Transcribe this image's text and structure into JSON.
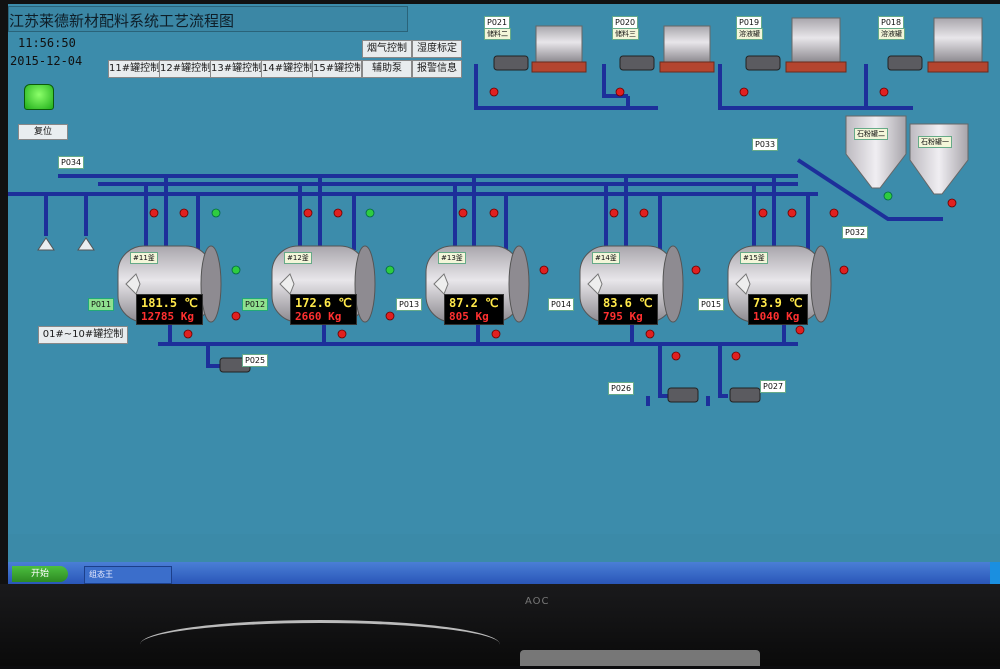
{
  "app": {
    "title": "江苏莱德新材配料系统工艺流程图",
    "time": "11:56:50",
    "date": "2015-12-04",
    "reset_label": "复位"
  },
  "controls": {
    "tabs": [
      "11#罐控制",
      "12#罐控制",
      "13#罐控制",
      "14#罐控制",
      "15#罐控制"
    ],
    "smoke_control": "烟气控制",
    "humidity_calibration": "湿度标定",
    "aux_pump": "辅助泵",
    "alarm_info": "报警信息",
    "tanks_01_10": "01#~10#罐控制"
  },
  "storage": [
    {
      "pump": "P021",
      "tank_label": "储料二"
    },
    {
      "pump": "P020",
      "tank_label": "储料三"
    },
    {
      "pump": "P019",
      "tank_label": "溶液罐"
    },
    {
      "pump": "P018",
      "tank_label": "溶液罐"
    }
  ],
  "lime_tanks": [
    {
      "label": "石粉罐二"
    },
    {
      "label": "石粉罐一"
    }
  ],
  "pumps": {
    "p034": "P034",
    "p033": "P033",
    "p032": "P032",
    "p025": "P025",
    "p026": "P026",
    "p027": "P027"
  },
  "reactors": [
    {
      "name": "#11釜",
      "pump": "P011",
      "temperature": "181.5",
      "unit_t": "℃",
      "weight": "12785",
      "unit_w": "Kg"
    },
    {
      "name": "#12釜",
      "pump": "P012",
      "temperature": "172.6",
      "unit_t": "℃",
      "weight": "2660",
      "unit_w": "Kg"
    },
    {
      "name": "#13釜",
      "pump": "P013",
      "temperature": "87.2",
      "unit_t": "℃",
      "weight": "805",
      "unit_w": "Kg"
    },
    {
      "name": "#14釜",
      "pump": "P014",
      "temperature": "83.6",
      "unit_t": "℃",
      "weight": "795",
      "unit_w": "Kg"
    },
    {
      "name": "#15釜",
      "pump": "P015",
      "temperature": "73.9",
      "unit_t": "℃",
      "weight": "1040",
      "unit_w": "Kg"
    }
  ],
  "taskbar": {
    "start": "开始",
    "window": "组态王"
  },
  "colors": {
    "screen_bg": "#3c8cab",
    "pipe": "#1d2f9a",
    "tank_body": "#c9c6cc",
    "valve_red": "#e02020",
    "valve_green": "#2ecc40"
  }
}
